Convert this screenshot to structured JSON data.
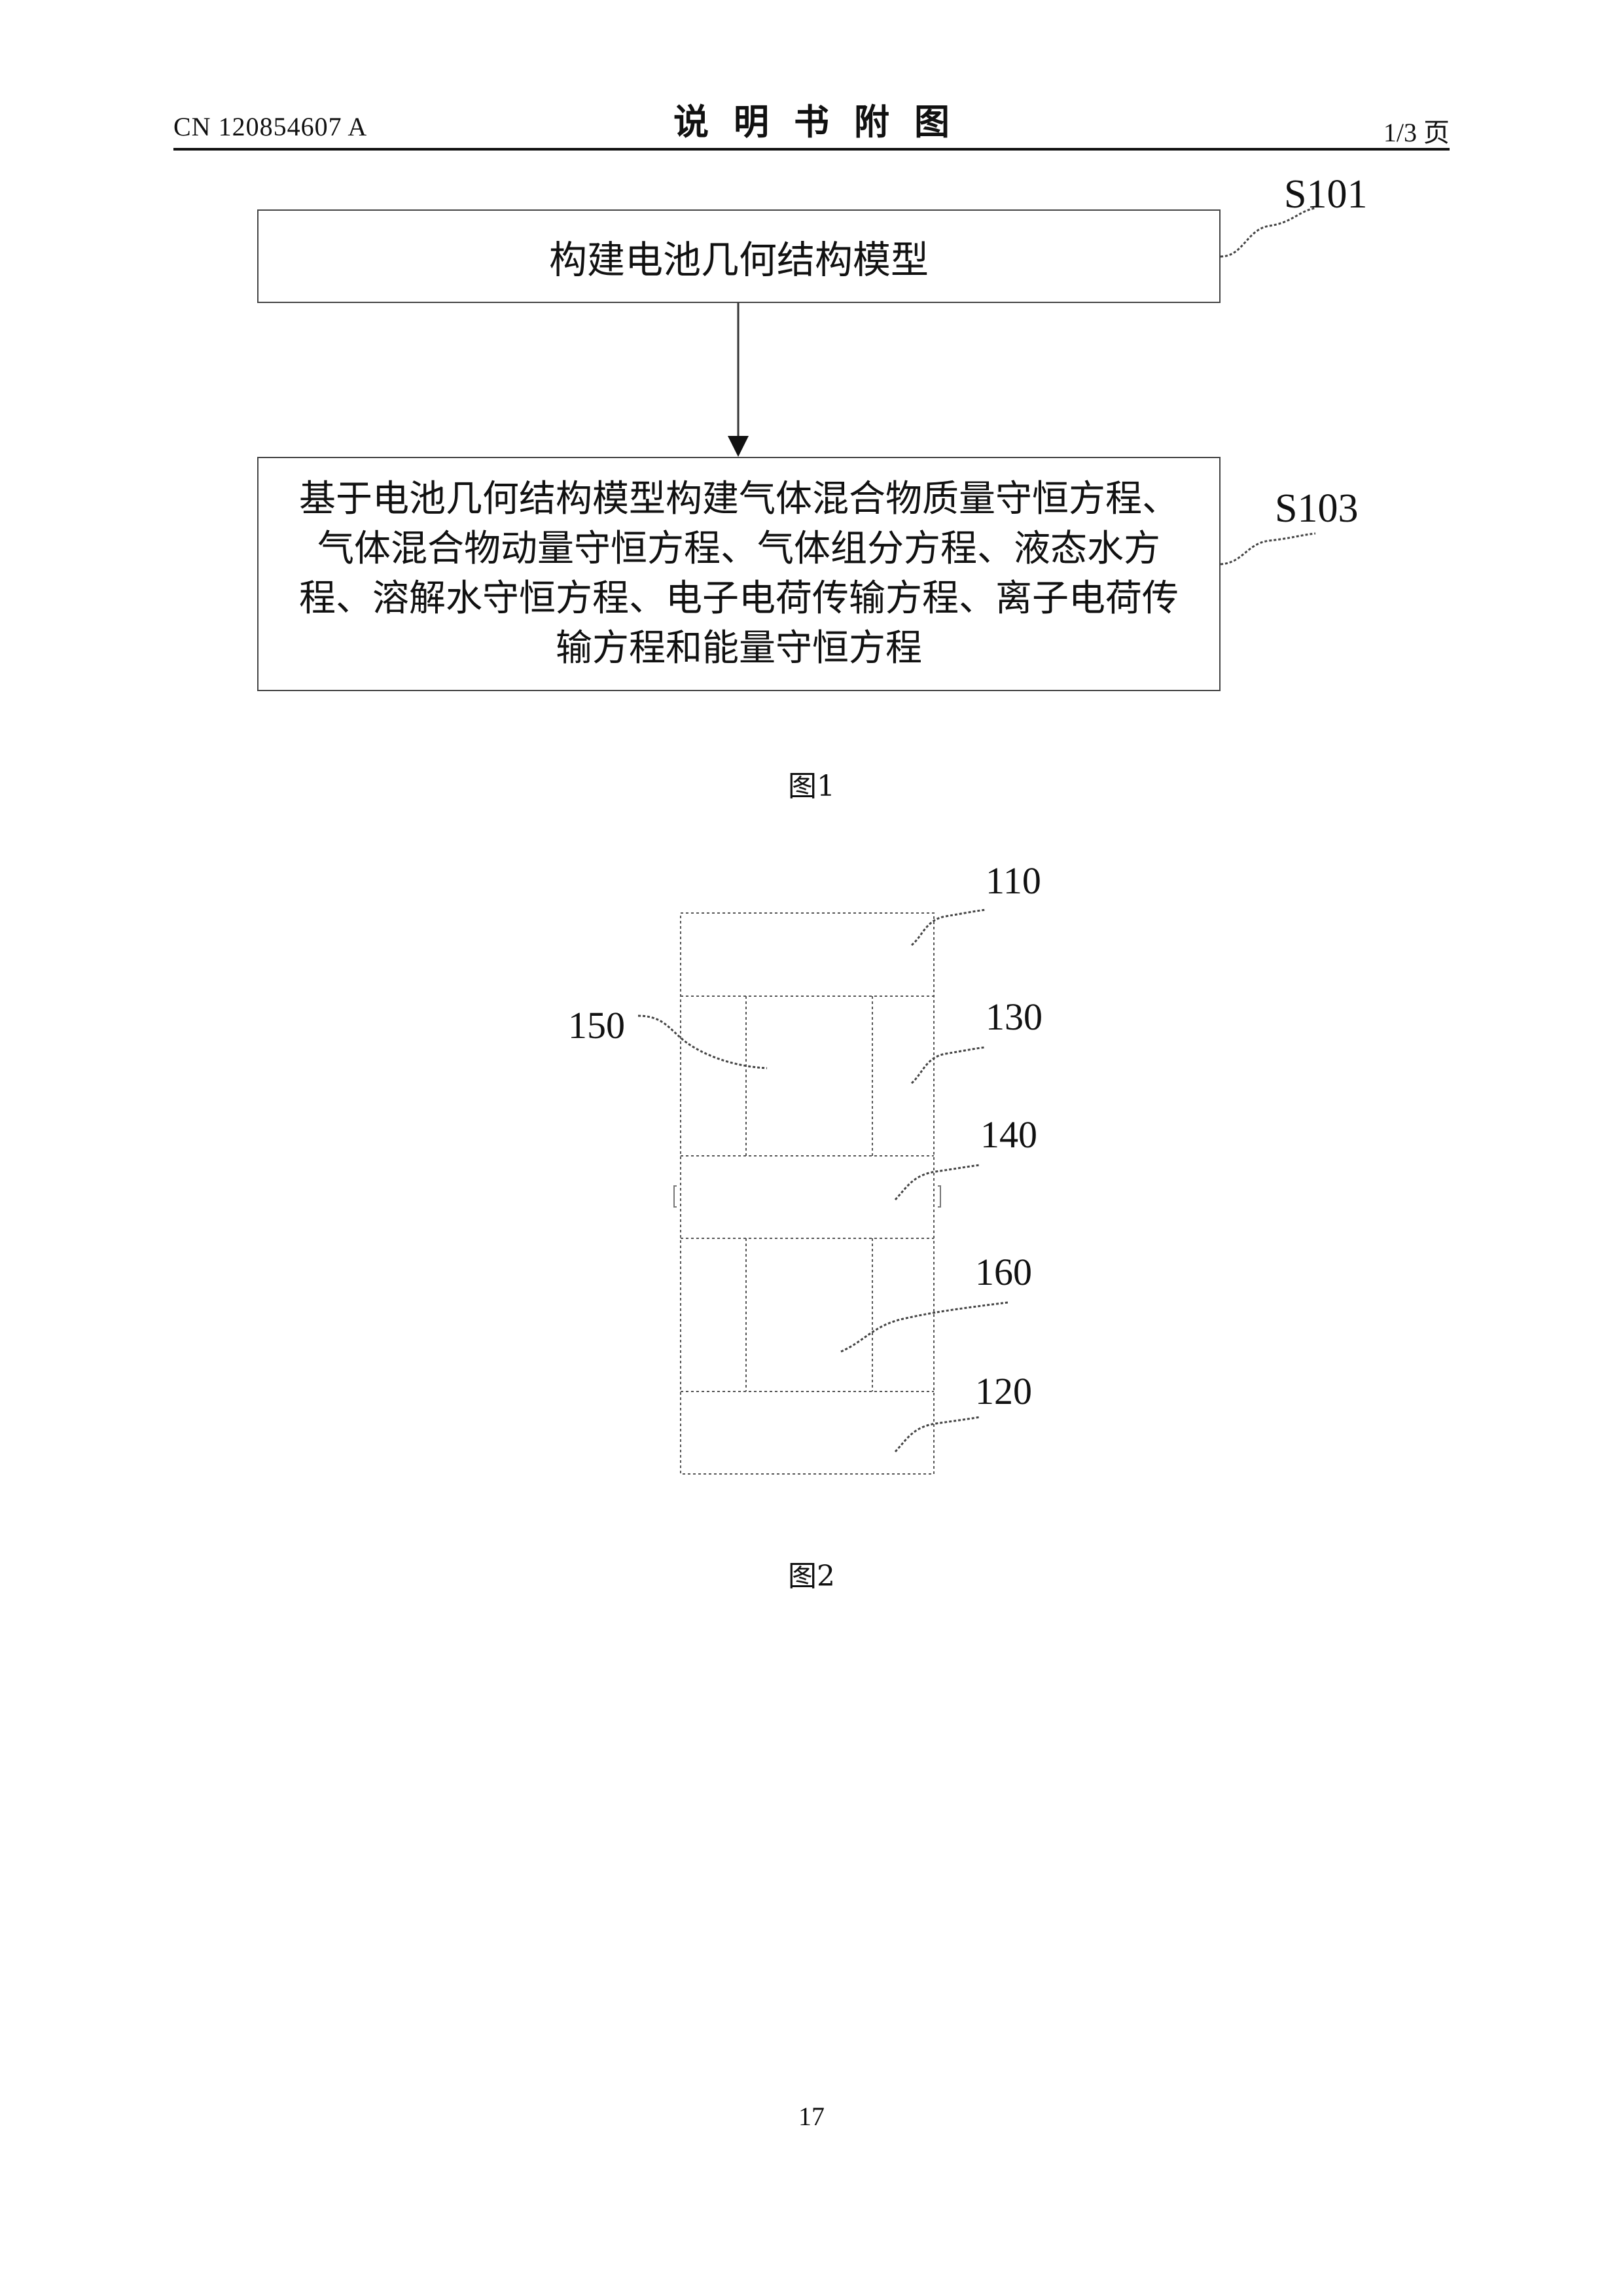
{
  "header": {
    "publication_number": "CN 120854607 A",
    "title": "说明书附图",
    "page_of_total": "1/3 页"
  },
  "figure1": {
    "steps": [
      {
        "label": "S101",
        "text": "构建电池几何结构模型"
      },
      {
        "label": "S103",
        "text": "基于电池几何结构模型构建气体混合物质量守恒方程、气体混合物动量守恒方程、气体组分方程、液态水方程、溶解水守恒方程、电子电荷传输方程、离子电荷传输方程和能量守恒方程"
      }
    ],
    "caption": "图1"
  },
  "figure2": {
    "parts": {
      "p110": "110",
      "p150": "150",
      "p130": "130",
      "p140": "140",
      "p160": "160",
      "p120": "120"
    },
    "caption": "图2"
  },
  "footer": {
    "page_number": "17"
  }
}
